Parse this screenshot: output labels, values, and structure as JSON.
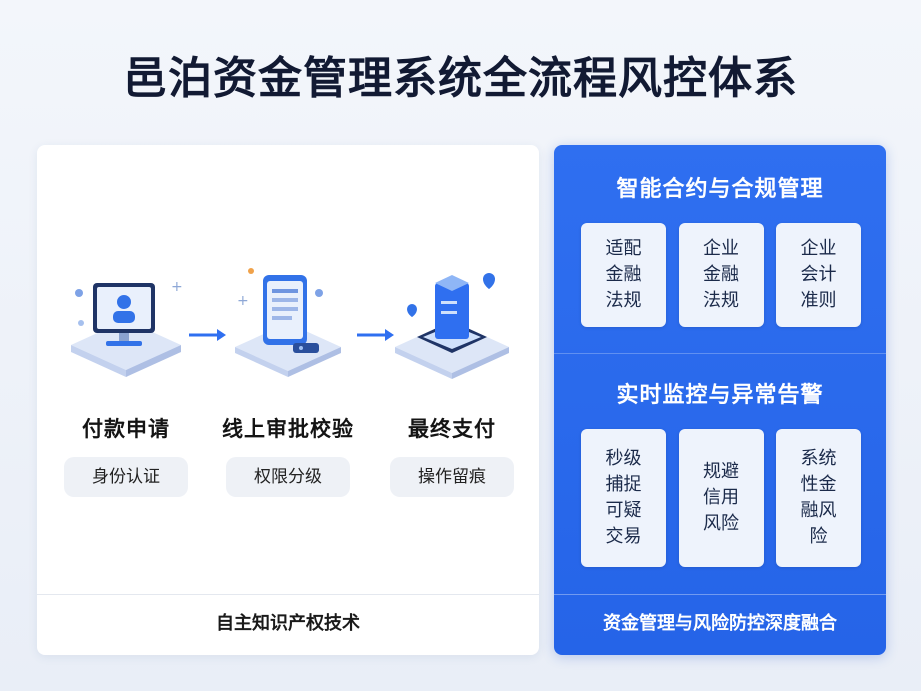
{
  "title": "邑泊资金管理系统全流程风控体系",
  "flow": {
    "steps": [
      {
        "title": "付款申请",
        "tag": "身份认证",
        "icon": "computer-user-icon"
      },
      {
        "title": "线上审批校验",
        "tag": "权限分级",
        "icon": "tablet-document-icon"
      },
      {
        "title": "最终支付",
        "tag": "操作留痕",
        "icon": "server-database-icon"
      }
    ],
    "footer": "自主知识产权技术"
  },
  "compliance": {
    "header": "智能合约与合规管理",
    "cards": [
      "适配金融法规",
      "企业金融法规",
      "企业会计准则"
    ]
  },
  "monitoring": {
    "header": "实时监控与异常告警",
    "cards": [
      "秒级捕捉可疑交易",
      "规避信用风险",
      "系统性金融风险"
    ]
  },
  "right_footer": "资金管理与风险防控深度融合",
  "colors": {
    "accent": "#2f6ff0",
    "card_bg": "#eef3fc",
    "title": "#121a33"
  }
}
